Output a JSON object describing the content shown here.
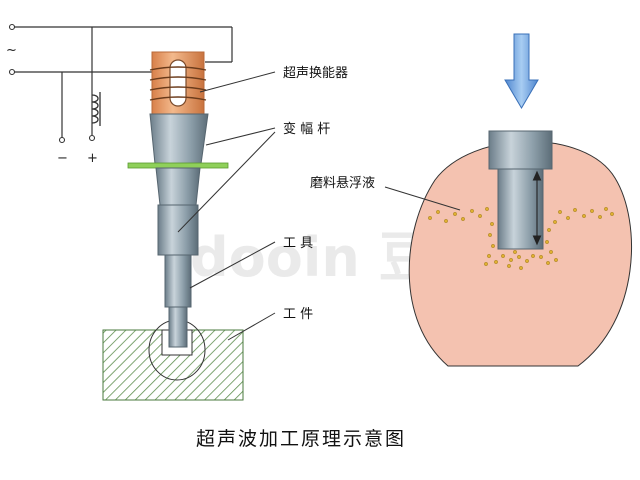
{
  "labels": {
    "transducer": "超声换能器",
    "horn": "变 幅 杆",
    "tool": "工  具",
    "workpiece": "工  件",
    "slurry": "磨料悬浮液"
  },
  "terminals": {
    "ac": "~",
    "minus": "−",
    "plus": "+"
  },
  "caption": "超声波加工原理示意图",
  "watermark": "dooin 豆丁",
  "colors": {
    "transducer": "#e8a070",
    "metal": "#8fa1ae",
    "bubble": "#f4c2b0",
    "arrow": "#79a9e0",
    "ring": "#8fd05a",
    "hatch": "#6a9a5a",
    "particles": "#e0b030"
  },
  "icons": [
    "down-arrow-icon",
    "coil-icon",
    "double-arrow-icon"
  ]
}
